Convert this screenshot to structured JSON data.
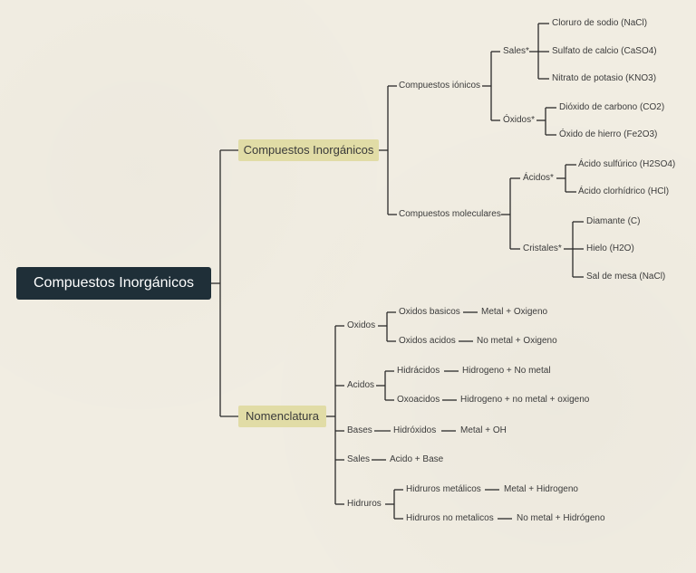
{
  "root": {
    "label": "Compuestos Inorgánicos"
  },
  "branch1": {
    "label": "Compuestos Inorgánicos",
    "ionicos": {
      "label": "Compuestos iónicos",
      "sales": {
        "label": "Sales*",
        "items": [
          "Cloruro de sodio (NaCl)",
          "Sulfato de calcio (CaSO4)",
          "Nitrato de potasio (KNO3)"
        ]
      },
      "oxidos": {
        "label": "Óxidos*",
        "items": [
          "Dióxido de carbono (CO2)",
          "Óxido de hierro (Fe2O3)"
        ]
      }
    },
    "moleculares": {
      "label": "Compuestos moleculares",
      "acidos": {
        "label": "Ácidos*",
        "items": [
          "Ácido sulfúrico (H2SO4)",
          "Ácido clorhídrico (HCl)"
        ]
      },
      "cristales": {
        "label": "Cristales*",
        "items": [
          "Diamante (C)",
          "Hielo (H2O)",
          "Sal de mesa (NaCl)"
        ]
      }
    }
  },
  "branch2": {
    "label": "Nomenclatura",
    "oxidos": {
      "label": "Oxidos",
      "basicos": {
        "label": "Oxidos basicos",
        "formula": "Metal + Oxigeno"
      },
      "acidos": {
        "label": "Oxidos acidos",
        "formula": "No metal + Oxigeno"
      }
    },
    "acidos": {
      "label": "Acidos",
      "hidracidos": {
        "label": "Hidrácidos",
        "formula": "Hidrogeno + No metal"
      },
      "oxoacidos": {
        "label": "Oxoacidos",
        "formula": "Hidrogeno + no metal + oxigeno"
      }
    },
    "bases": {
      "label": "Bases",
      "hidroxidos": {
        "label": "Hidróxidos",
        "formula": "Metal + OH"
      }
    },
    "sales": {
      "label": "Sales",
      "formula": "Acido + Base"
    },
    "hidruros": {
      "label": "Hidruros",
      "metalicos": {
        "label": "Hidruros metálicos",
        "formula": "Metal + Hidrogeno"
      },
      "nometalicos": {
        "label": "Hidruros no metalicos",
        "formula": "No metal + Hidrógeno"
      }
    }
  }
}
